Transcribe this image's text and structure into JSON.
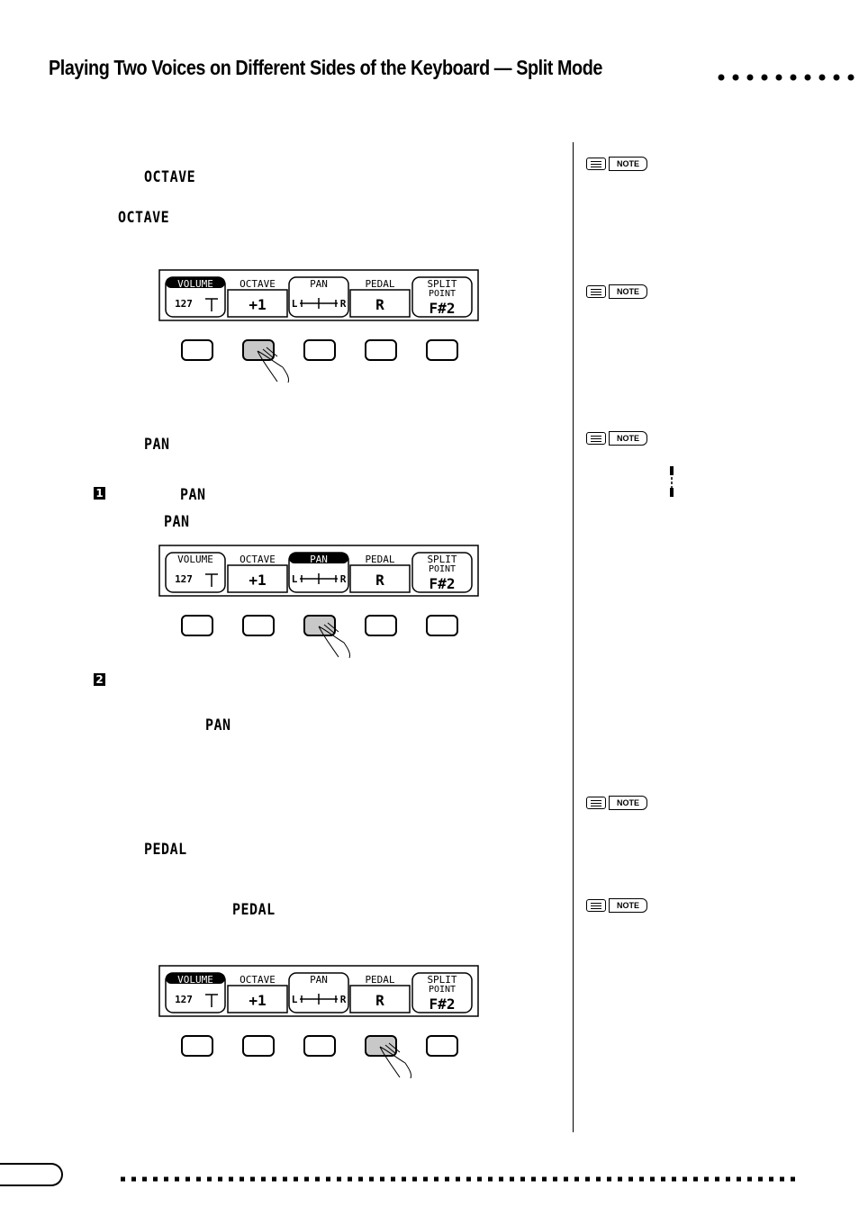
{
  "page": {
    "heading": "Playing Two Voices on Different Sides of the Keyboard — Split Mode"
  },
  "sections": {
    "octave_label_1": "OCTAVE",
    "octave_label_2": "OCTAVE",
    "pan_label_1": "PAN",
    "step1_number": "1",
    "step1_label": "PAN",
    "pan_label_2": "PAN",
    "step2_number": "2",
    "pan_label_3": "PAN",
    "pedal_label_1": "PEDAL",
    "pedal_label_2": "PEDAL"
  },
  "note_tag": "NOTE",
  "lcd": {
    "tabs": [
      "VOLUME",
      "OCTAVE",
      "PAN",
      "PEDAL",
      "SPLIT"
    ],
    "split_sub": "POINT",
    "volume_value": "127",
    "octave_value": "+1",
    "pan_left": "L",
    "pan_right": "R",
    "pedal_value": "R",
    "split_value": "F#2"
  },
  "panels": [
    {
      "active_tab": "VOLUME",
      "pressed_button": 2
    },
    {
      "active_tab": "PAN",
      "pressed_button": 3
    },
    {
      "active_tab": "VOLUME",
      "pressed_button": 4
    }
  ]
}
